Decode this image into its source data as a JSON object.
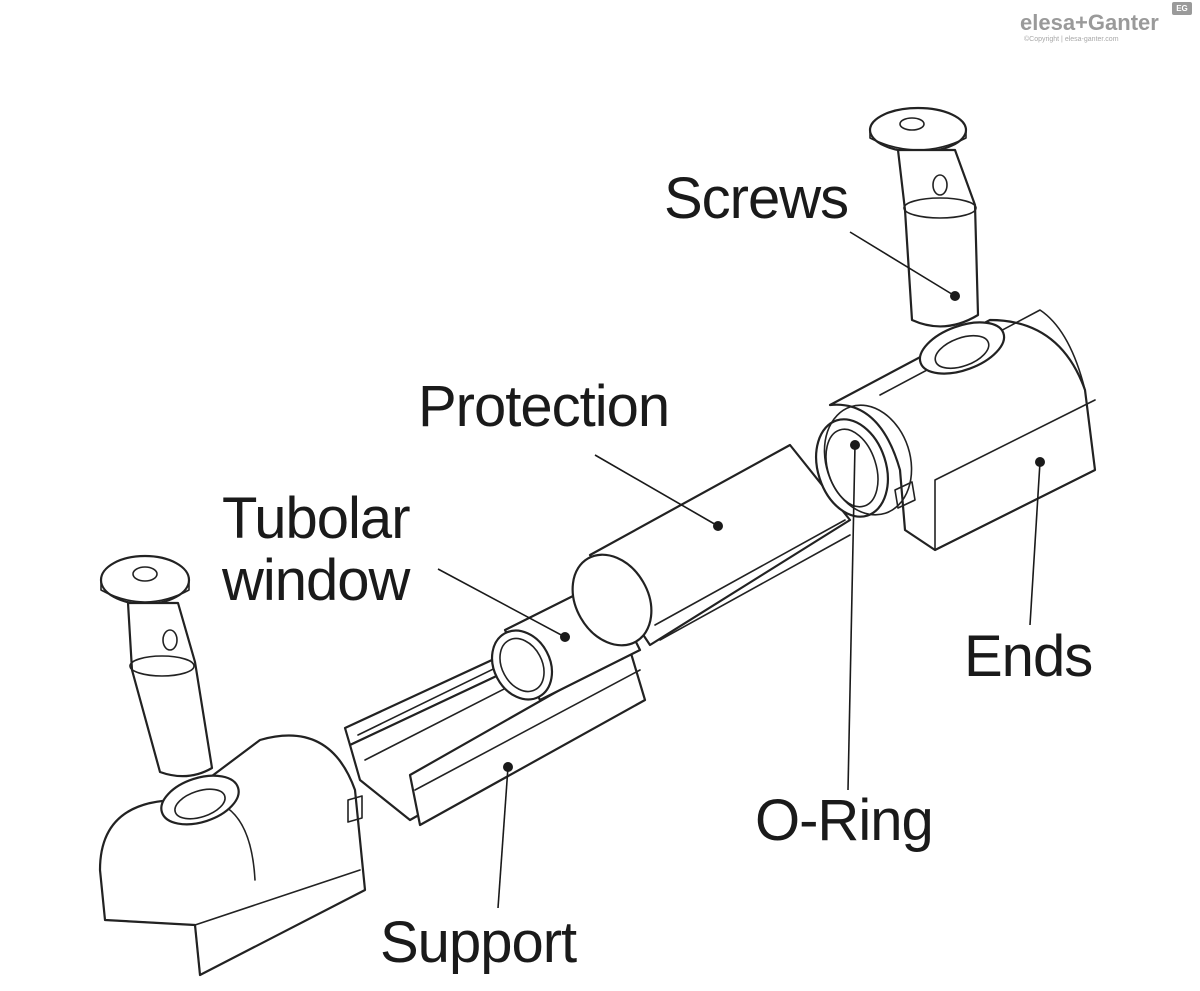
{
  "logo": {
    "brand": "elesa+Ganter",
    "badge": "EG",
    "copyright": "©Copyright | elesa-ganter.com"
  },
  "labels": {
    "screws": "Screws",
    "protection": "Protection",
    "tubolar_window": "Tubolar\nwindow",
    "ends": "Ends",
    "o_ring": "O-Ring",
    "support": "Support"
  }
}
